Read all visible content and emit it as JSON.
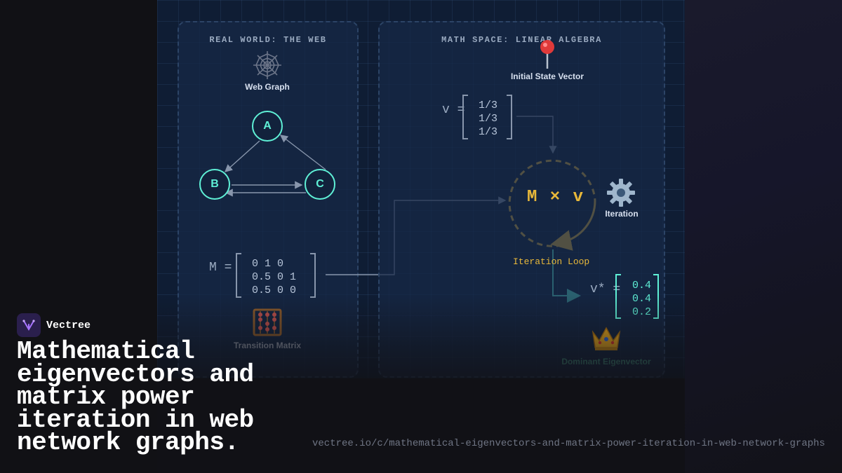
{
  "brand": {
    "name": "Vectree",
    "accent": "#a673ff"
  },
  "headline": "Mathematical eigenvectors and matrix power iteration in web network graphs.",
  "url": "vectree.io/c/mathematical-eigenvectors-and-matrix-power-iteration-in-web-network-graphs",
  "diagram": {
    "left_panel": {
      "title": "REAL WORLD: THE WEB",
      "web_graph": {
        "icon": "spider-web-icon",
        "caption": "Web Graph"
      },
      "nodes": [
        "A",
        "B",
        "C"
      ],
      "edges": [
        [
          "A",
          "B"
        ],
        [
          "B",
          "C"
        ],
        [
          "C",
          "A"
        ],
        [
          "C",
          "B"
        ]
      ],
      "matrix": {
        "label": "M =",
        "rows": [
          "0 1 0",
          "0.5 0 1",
          "0.5 0 0"
        ]
      },
      "transition": {
        "icon": "abacus-icon",
        "caption": "Transition Matrix"
      }
    },
    "right_panel": {
      "title": "MATH SPACE: LINEAR ALGEBRA",
      "initial": {
        "icon": "pushpin-icon",
        "caption": "Initial State Vector"
      },
      "vector": {
        "label": "v =",
        "rows": [
          "1/3",
          "1/3",
          "1/3"
        ]
      },
      "loop": {
        "expression": "M × v",
        "label": "Iteration Loop"
      },
      "iteration": {
        "icon": "gear-icon",
        "caption": "Iteration"
      },
      "result": {
        "label": "v* =",
        "rows": [
          "0.4",
          "0.4",
          "0.2"
        ]
      },
      "dominant": {
        "icon": "crown-icon",
        "caption": "Dominant Eigenvector"
      }
    },
    "colors": {
      "teal": "#5ff0d6",
      "gold": "#e8b83a",
      "slate": "#8896ac"
    }
  }
}
